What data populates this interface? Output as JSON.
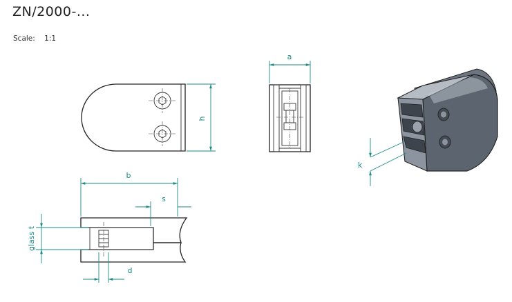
{
  "header": {
    "title": "ZN/2000-...",
    "scale_label": "Scale:",
    "scale_value": "1:1"
  },
  "dimensions": {
    "a": "a",
    "h": "h",
    "b": "b",
    "s": "s",
    "glass": "glass t",
    "d": "d",
    "k": "k"
  },
  "colors": {
    "dimension": "#1a8a82",
    "outline": "#222222",
    "part_fill_dark": "#5c6470",
    "part_fill_light": "#9aa3ad"
  }
}
